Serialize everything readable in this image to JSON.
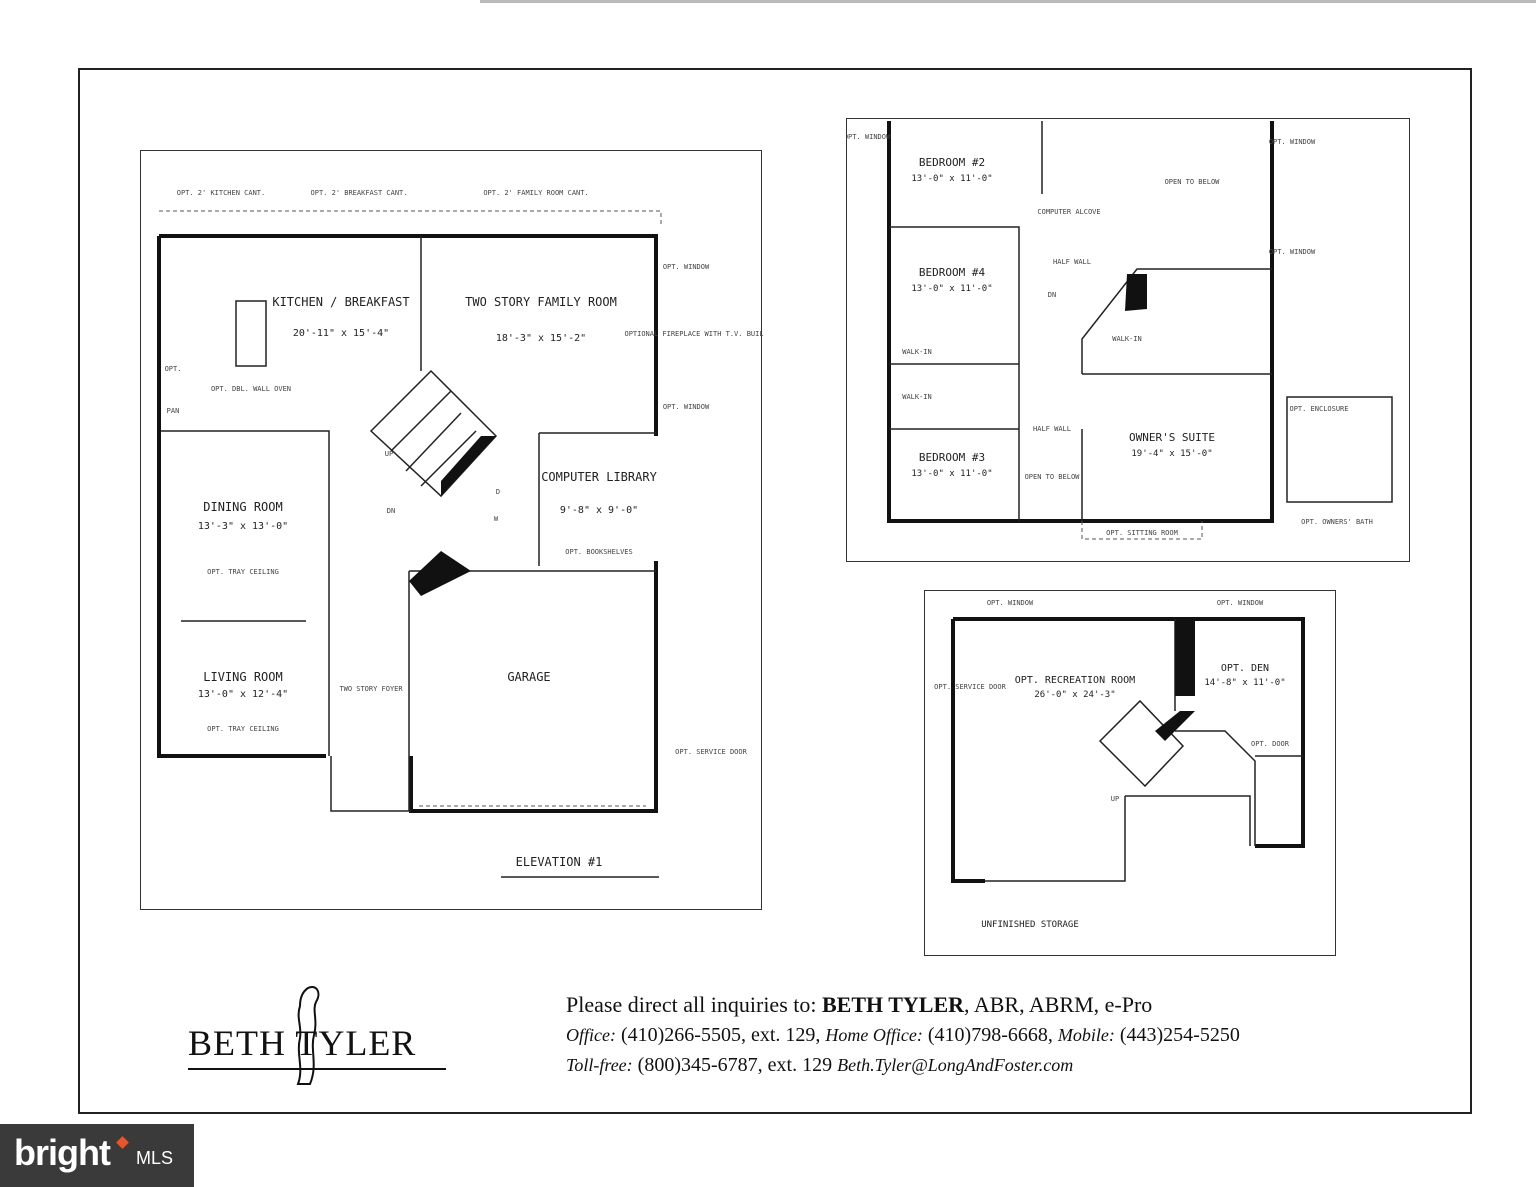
{
  "main_floor": {
    "bump_outs": [
      "OPT. 2' KITCHEN CANT.",
      "OPT. 2' BREAKFAST CANT.",
      "OPT. 2' FAMILY ROOM CANT."
    ],
    "kitchen_name": "KITCHEN / BREAKFAST",
    "kitchen_dims": "20'-11\" x 15'-4\"",
    "family_name": "TWO STORY FAMILY ROOM",
    "family_dims": "18'-3\" x 15'-2\"",
    "opt_window_1": "OPT. WINDOW",
    "opt_window_2": "OPT. WINDOW",
    "fireplace_note": "OPTIONAL FIREPLACE WITH T.V. BUILT IN ABV.",
    "opt_label": "OPT.",
    "pan_label": "PAN",
    "opt_wall_oven": "OPT. DBL. WALL OVEN",
    "dining_name": "DINING ROOM",
    "dining_dims": "13'-3\" x 13'-0\"",
    "tray_1": "OPT. TRAY CEILING",
    "living_name": "LIVING ROOM",
    "living_dims": "13'-0\" x 12'-4\"",
    "tray_2": "OPT. TRAY CEILING",
    "foyer_name": "TWO STORY FOYER",
    "library_name": "COMPUTER LIBRARY",
    "library_dims": "9'-8\" x 9'-0\"",
    "opt_bookshelves": "OPT. BOOKSHELVES",
    "garage_name": "GARAGE",
    "service_door": "OPT. SERVICE DOOR",
    "elevation": "ELEVATION #1",
    "up_label": "UP",
    "dn_label": "DN",
    "w_label": "W",
    "d_label": "D"
  },
  "upper_floor": {
    "opt_window_1": "OPT. WINDOW",
    "opt_window_2": "OPT. WINDOW",
    "opt_window_3": "OPT. WINDOW",
    "bed2_name": "BEDROOM #2",
    "bed2_dims": "13'-0\" x 11'-0\"",
    "open_below": "OPEN TO BELOW",
    "computer_alcove": "COMPUTER ALCOVE",
    "half_wall_1": "HALF WALL",
    "bed4_name": "BEDROOM #4",
    "bed4_dims": "13'-0\" x 11'-0\"",
    "walk_in_1": "WALK-IN",
    "walk_in_2": "WALK-IN",
    "walk_in_3": "WALK-IN",
    "half_wall_2": "HALF WALL",
    "open_below_2": "OPEN TO BELOW",
    "owner_name": "OWNER'S SUITE",
    "owner_dims": "19'-4\" x 15'-0\"",
    "bed3_name": "BEDROOM #3",
    "bed3_dims": "13'-0\" x 11'-0\"",
    "sitting_room": "OPT. SITTING ROOM",
    "opt_enclosure": "OPT. ENCLOSURE",
    "opt_bath": "OPT. OWNERS' BATH",
    "dn_label": "DN"
  },
  "lower_floor": {
    "opt_window_1": "OPT. WINDOW",
    "opt_window_2": "OPT. WINDOW",
    "rec_name": "OPT. RECREATION ROOM",
    "rec_dims": "26'-0\" x 24'-3\"",
    "den_name": "OPT. DEN",
    "den_dims": "14'-8\" x 11'-0\"",
    "opt_door": "OPT. DOOR",
    "service_door": "OPT. SERVICE DOOR",
    "storage": "UNFINISHED STORAGE",
    "up_label": "UP"
  },
  "contact": {
    "intro": "Please direct all inquiries to: ",
    "name": "BETH TYLER",
    "credentials": ", ABR, ABRM, e-Pro",
    "office_label": "Office:",
    "office_phone": " (410)266-5505, ext. 129, ",
    "home_label": "Home Office:",
    "home_phone": " (410)798-6668, ",
    "mobile_label": "Mobile:",
    "mobile_phone": " (443)254-5250",
    "tollfree_label": "Toll-free:",
    "tollfree_phone": " (800)345-6787, ext. 129 ",
    "email": "Beth.Tyler@LongAndFoster.com"
  },
  "logo": {
    "text": "BETH TYLER"
  },
  "watermark": {
    "word": "bright",
    "sub": "MLS",
    "accent": "#e4572e"
  }
}
